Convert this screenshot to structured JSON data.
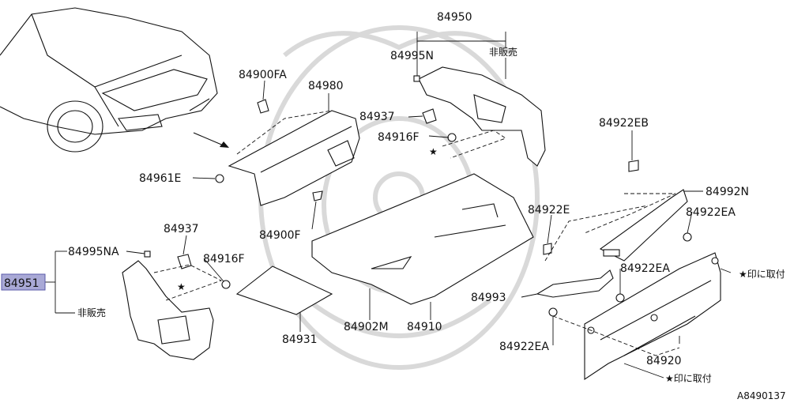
{
  "diagram_id": "A8490137",
  "part_labels": {
    "p84950": "84950",
    "p84995n": "84995N",
    "hanbai_top": "非販売",
    "p84937_top": "84937",
    "p84916f_top": "84916F",
    "p84900fa": "84900FA",
    "p84980": "84980",
    "p84961e": "84961E",
    "p84900f": "84900F",
    "p84922eb": "84922EB",
    "p84992n": "84992N",
    "p84922e": "84922E",
    "p84922ea_1": "84922EA",
    "p84922ea_2": "84922EA",
    "p84922ea_3": "84922EA",
    "p84993": "84993",
    "p84920": "84920",
    "p84902m": "84902M",
    "p84910": "84910",
    "p84931": "84931",
    "p84951": "84951",
    "p84995na": "84995NA",
    "hanbai_left": "非販売",
    "p84937_left": "84937",
    "p84916f_left": "84916F"
  },
  "notes": {
    "attach_right": "★印に取付",
    "attach_bottom": "★印に取付",
    "star_top": "★",
    "star_left": "★"
  },
  "colors": {
    "highlight": "#a9a9d6",
    "line": "#111111",
    "watermark": "#d9d9d9"
  }
}
